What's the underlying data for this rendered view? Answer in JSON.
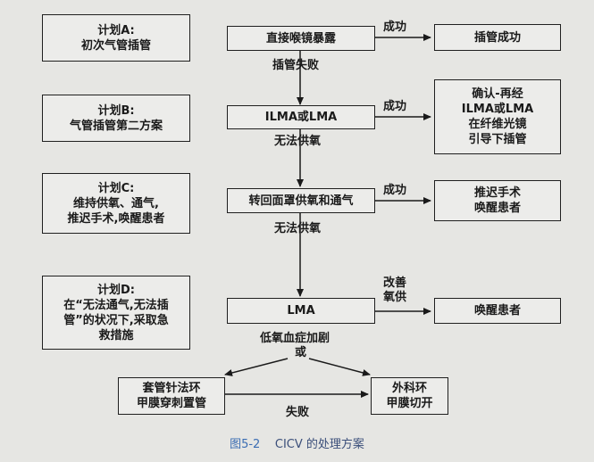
{
  "plans": [
    {
      "title": "计划A:",
      "lines": [
        "初次气管插管"
      ]
    },
    {
      "title": "计划B:",
      "lines": [
        "气管插管第二方案"
      ]
    },
    {
      "title": "计划C:",
      "lines": [
        "维持供氧、通气,",
        "推迟手术,唤醒患者"
      ]
    },
    {
      "title": "计划D:",
      "lines": [
        "在“无法通气,无法插",
        "管”的状况下,采取急",
        "救措施"
      ]
    }
  ],
  "center": {
    "step1": "直接喉镜暴露",
    "step2": "ILMA或LMA",
    "step3": "转回面罩供氧和通气",
    "step4": "LMA"
  },
  "outcomes": {
    "success1": "插管成功",
    "success2": [
      "确认-再经",
      "ILMA或LMA",
      "在纤维光镜",
      "引导下插管"
    ],
    "success3": [
      "推迟手术",
      "唤醒患者"
    ],
    "improve": "唤醒患者"
  },
  "labels": {
    "success": "成功",
    "intubation_failed": "插管失败",
    "no_oxygen": "无法供氧",
    "improve_oxygen": [
      "改善",
      "氧供"
    ],
    "hypoxemia": "低氧血症加剧",
    "or": "或",
    "failed": "失败"
  },
  "bottom": {
    "left": [
      "套管针法环",
      "甲膜穿刺置管"
    ],
    "right": [
      "外科环",
      "甲膜切开"
    ]
  },
  "caption": {
    "number": "图5-2",
    "text": "CICV 的处理方案"
  }
}
